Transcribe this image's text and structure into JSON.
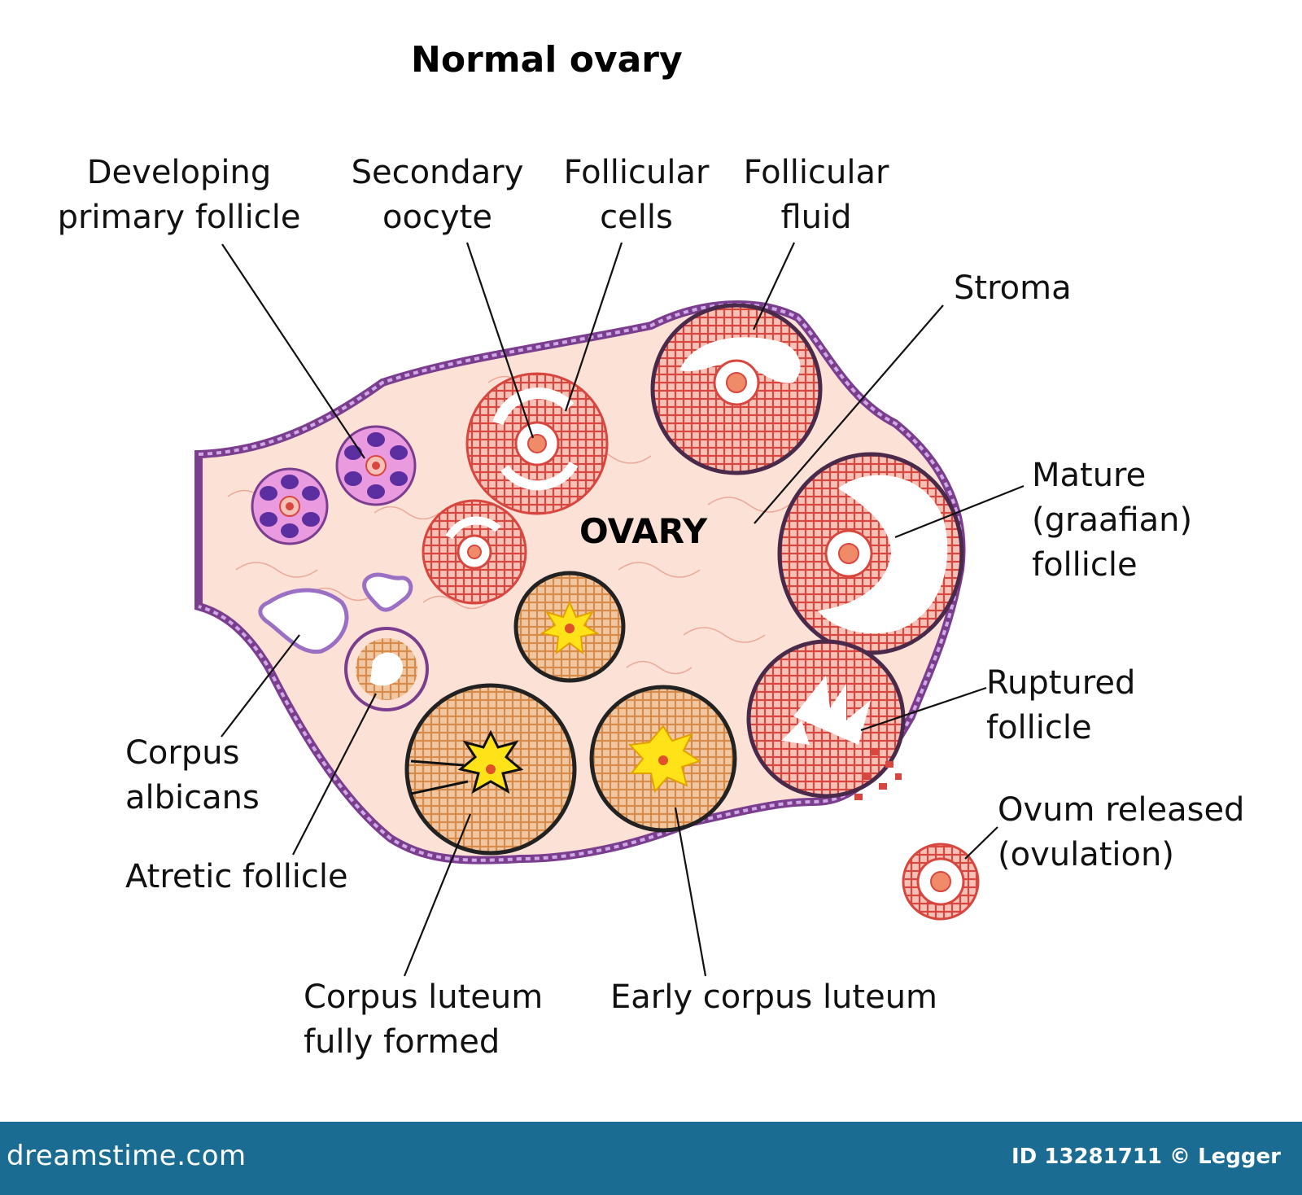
{
  "title": "Normal ovary",
  "center_label": "OVARY",
  "labels": {
    "developing_primary_follicle": [
      "Developing",
      "primary follicle"
    ],
    "secondary_oocyte": [
      "Secondary",
      "oocyte"
    ],
    "follicular_cells": [
      "Follicular",
      "cells"
    ],
    "follicular_fluid": [
      "Follicular",
      "fluid"
    ],
    "stroma": [
      "Stroma"
    ],
    "mature_follicle": [
      "Mature",
      "(graafian)",
      "follicle"
    ],
    "ruptured_follicle": [
      "Ruptured",
      "follicle"
    ],
    "ovum_released": [
      "Ovum released",
      "(ovulation)"
    ],
    "corpus_albicans": [
      "Corpus",
      "albicans"
    ],
    "atretic_follicle": [
      "Atretic follicle"
    ],
    "corpus_luteum_full": [
      "Corpus luteum",
      "fully formed"
    ],
    "early_corpus_luteum": [
      "Early corpus luteum"
    ]
  },
  "footer": {
    "brand": "dreamstime.com",
    "credit": "ID 13281711 © Legger"
  },
  "colors": {
    "stroma": "#fbe1d6",
    "capsule": "#7b3d8e",
    "follicle_red": "#e07070",
    "follicle_fill": "#f3b3a7",
    "luteum": "#e6a36b",
    "yellow": "#ffe318",
    "primary_purple": "#5c2fa0",
    "primary_pink": "#ea9bdf",
    "footer_blue": "#1b6c93"
  }
}
